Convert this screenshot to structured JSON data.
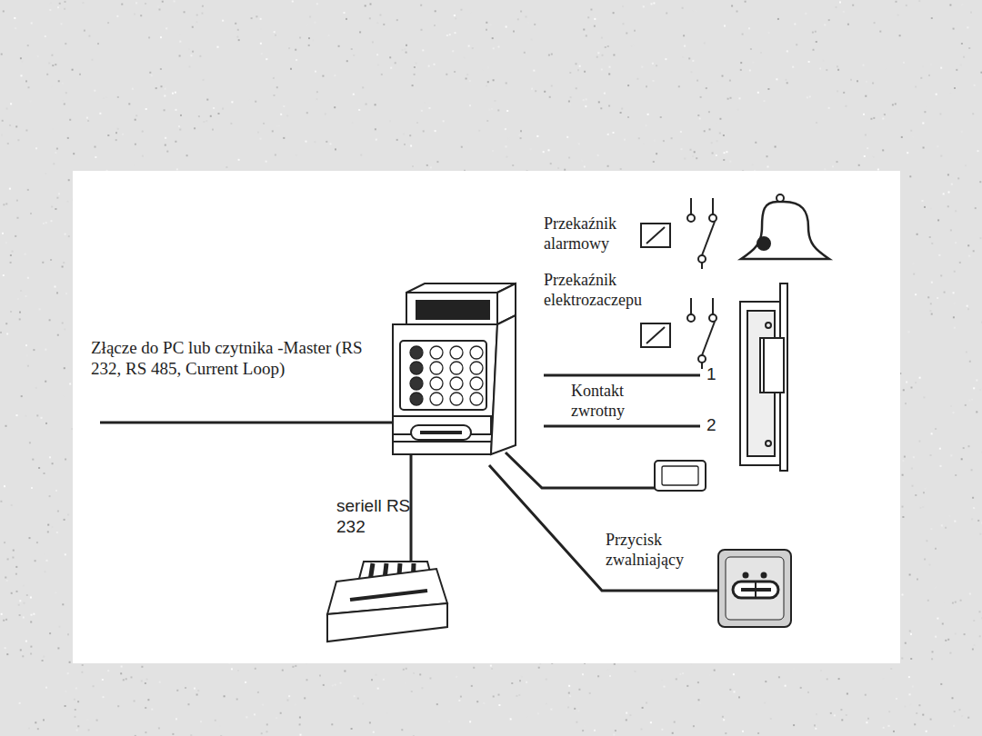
{
  "diagram": {
    "labels": [
      "Przekaźnik alarmowy",
      "Przekaźnik elektrozaczepu",
      "Złącze do PC lub czytnika -Master (RS 232, RS 485, Current Loop)",
      "1",
      "Kontakt zwrotny",
      "2",
      "seriell RS 232",
      "Przycisk zwalniający"
    ]
  }
}
